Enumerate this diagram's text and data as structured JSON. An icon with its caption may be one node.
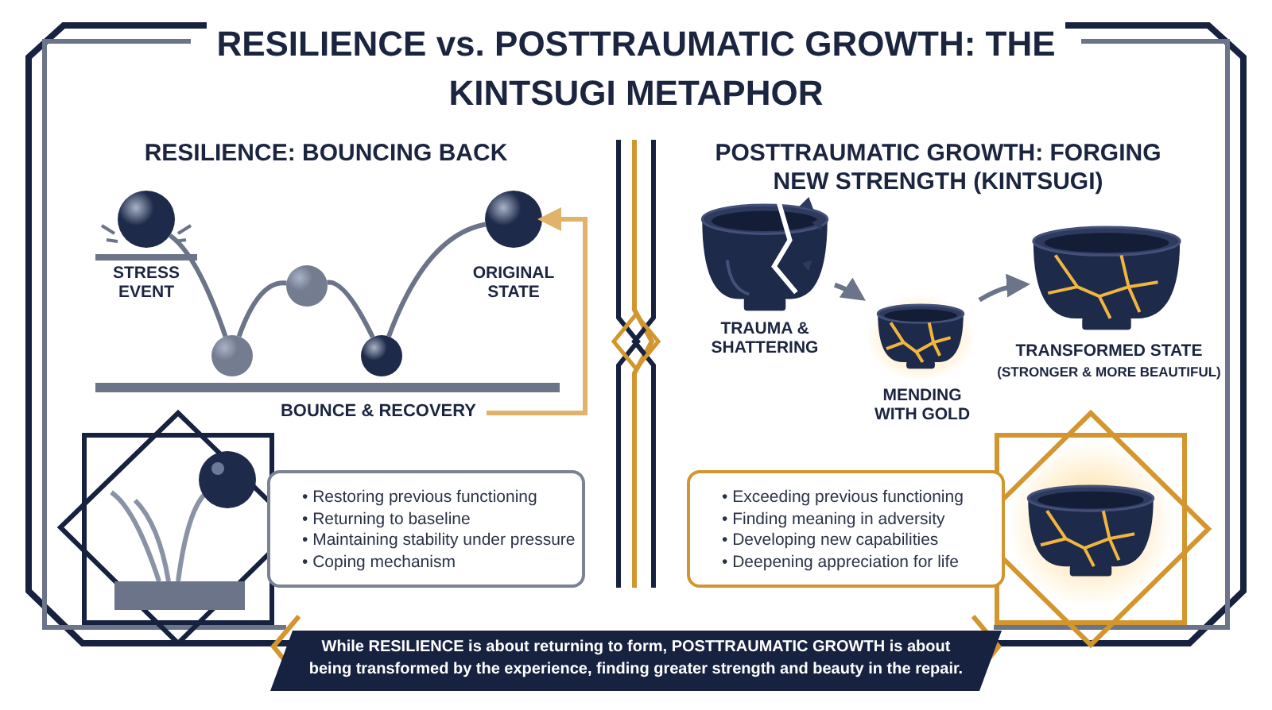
{
  "diagram": {
    "title": "RESILIENCE vs. POSTTRAUMATIC GROWTH: THE KINTSUGI METAPHOR",
    "nodes": [
      {
        "text": [],
        "shape": "circle",
        "beside": [
          "STRESS EVENT"
        ]
      },
      {
        "text": [],
        "shape": "circle"
      },
      {
        "text": [],
        "shape": "circle"
      },
      {
        "text": [],
        "shape": "circle"
      },
      {
        "text": [],
        "shape": "circle",
        "beside": [
          "ORIGINAL STATE"
        ]
      },
      {
        "text": [
          "BOUNCE & RECOVERY"
        ]
      },
      {
        "text": [
          "• Restoring previous functioning",
          "• Returning to baseline",
          "• Maintaining stability under pressure",
          "• Coping mechanism"
        ]
      },
      {
        "text": [],
        "shape": "picture",
        "beside": [
          "TRAUMA & SHATTERING"
        ]
      },
      {
        "text": [],
        "shape": "picture",
        "beside": [
          "MENDING WITH GOLD"
        ]
      },
      {
        "text": [],
        "shape": "picture",
        "beside": [
          "TRANSFORMED STATE",
          "(STRONGER & MORE BEAUTIFUL)"
        ]
      },
      {
        "text": [
          "• Exceeding previous functioning",
          "• Finding meaning in adversity",
          "• Developing new capabilities",
          "• Deepening appreciation for life"
        ]
      },
      {
        "text": [
          "While **RESILIENCE** is about returning to form, **POSTTRAUMATIC GROWTH** is about being transformed by the experience, finding greater strength and beauty in the repair."
        ]
      }
    ],
    "edges": [
      {
        "from": 0,
        "to": 1,
        "arrow": "none"
      },
      {
        "from": 1,
        "to": 2,
        "arrow": "none"
      },
      {
        "from": 2,
        "to": 3,
        "arrow": "none"
      },
      {
        "from": 3,
        "to": 4,
        "arrow": "none"
      },
      {
        "from": 5,
        "to": 4,
        "arrow": "to",
        "color": "#e0b36a"
      },
      {
        "from": 7,
        "to": 8,
        "arrow": "to"
      },
      {
        "from": 8,
        "to": 9,
        "arrow": "to"
      }
    ],
    "labels": [
      "**RESILIENCE:** BOUNCING BACK",
      "POSTTRAUMATIC GROWTH: FORGING NEW STRENGTH (KINTSUGI)"
    ]
  }
}
